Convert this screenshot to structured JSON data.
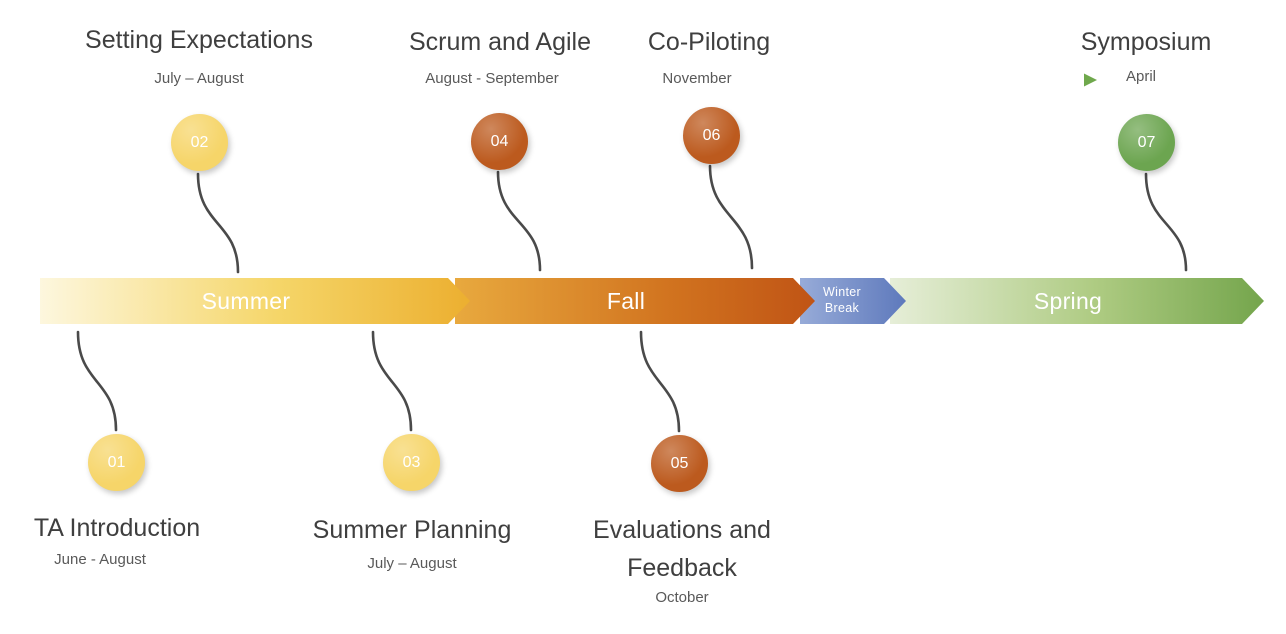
{
  "seasons": [
    {
      "label": "Summer",
      "start_color": "#FDF7DE",
      "end_color": "#ECAF30"
    },
    {
      "label": "Fall",
      "start_color": "#E8A93E",
      "end_color": "#C05415"
    },
    {
      "label": "Winter Break",
      "start_color": "#97ABD8",
      "end_color": "#5E79BC"
    },
    {
      "label": "Spring",
      "start_color": "#E6EED8",
      "end_color": "#74A54C"
    }
  ],
  "milestones_top": [
    {
      "number": "02",
      "title": "Setting Expectations",
      "dates": "July – August",
      "color": "#F6D569"
    },
    {
      "number": "04",
      "title": "Scrum and Agile",
      "dates": "August - September",
      "color": "#BC5A1E"
    },
    {
      "number": "06",
      "title": "Co-Piloting",
      "dates": "November",
      "color": "#BC5A1E"
    },
    {
      "number": "07",
      "title": "Symposium",
      "dates": "April",
      "color": "#6CA550"
    }
  ],
  "milestones_bottom": [
    {
      "number": "01",
      "title": "TA Introduction",
      "dates": "June - August",
      "color": "#F6D569"
    },
    {
      "number": "03",
      "title": "Summer Planning",
      "dates": "July – August",
      "color": "#F6D569"
    },
    {
      "number": "05",
      "title": "Evaluations and Feedback",
      "dates": "October",
      "color": "#BC5A1E"
    }
  ],
  "connector_color": "#4A4A4A"
}
